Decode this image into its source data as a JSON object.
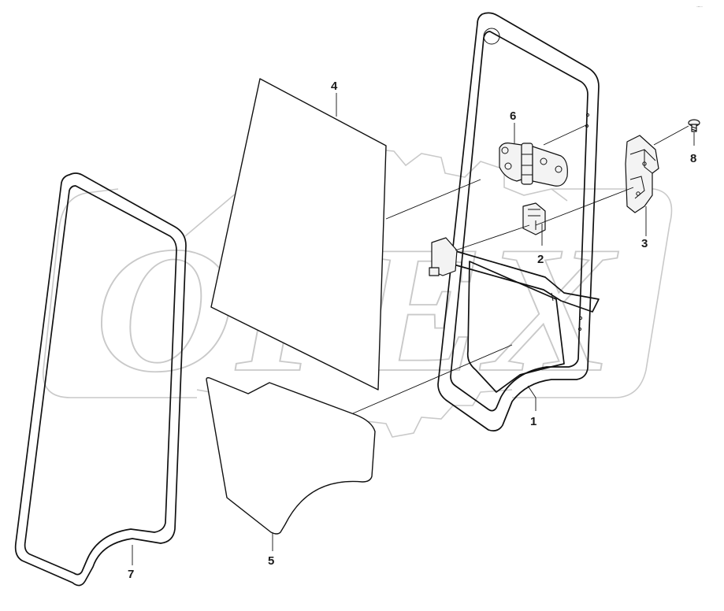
{
  "watermark": {
    "text": "OPEX"
  },
  "corner_mark": "·‑··",
  "parts": [
    {
      "id": "part-1",
      "label": "1"
    },
    {
      "id": "part-2",
      "label": "2"
    },
    {
      "id": "part-3",
      "label": "3"
    },
    {
      "id": "part-4",
      "label": "4"
    },
    {
      "id": "part-5",
      "label": "5"
    },
    {
      "id": "part-6",
      "label": "6"
    },
    {
      "id": "part-7",
      "label": "7"
    },
    {
      "id": "part-8",
      "label": "8"
    }
  ]
}
